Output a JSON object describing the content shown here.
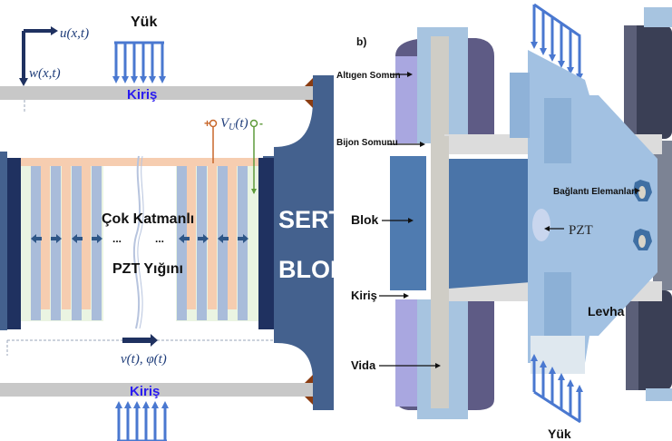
{
  "panel_a": {
    "load_label_top": "Yük",
    "beam_label_top": "Kiriş",
    "beam_label_bottom": "Kiriş",
    "u_label": "u(x,t)",
    "w_label": "w(x,t)",
    "voltage_label": "V",
    "voltage_subscript": "U",
    "voltage_arg": "(t)",
    "plus_sign": "+",
    "minus_sign": "-",
    "stack_label_line1": "Çok Katmanlı",
    "stack_label_line2": "PZT Yığını",
    "ellipsis_left": "...",
    "ellipsis_right": "...",
    "block_label_line1": "SERT",
    "block_label_line2": "BLOK",
    "motion_label": "v(t), φ(t)"
  },
  "panel_b": {
    "panel_tag": "b)",
    "callouts": {
      "hex_nut": "Altıgen Somun",
      "lug_nut": "Bijon Somunu",
      "block": "Blok",
      "beam": "Kiriş",
      "screw": "Vida",
      "fasteners": "Bağlantı Elemanları",
      "pzt": "PZT",
      "plate": "Levha",
      "load": "Yük"
    }
  },
  "colors": {
    "navy": "#1f3160",
    "steel": "#44618e",
    "beam_grey": "#c8c8c8",
    "load_blue": "#4a78d0",
    "orange_wire": "#c8672a",
    "green_wire": "#5e9a3a",
    "pzt_orange": "#f6cdb0",
    "pzt_blue": "#a9bcda",
    "pzt_green": "#eaf4e2",
    "kiris_text": "#2a1bf0",
    "bracket_brown": "#8a3c12"
  }
}
